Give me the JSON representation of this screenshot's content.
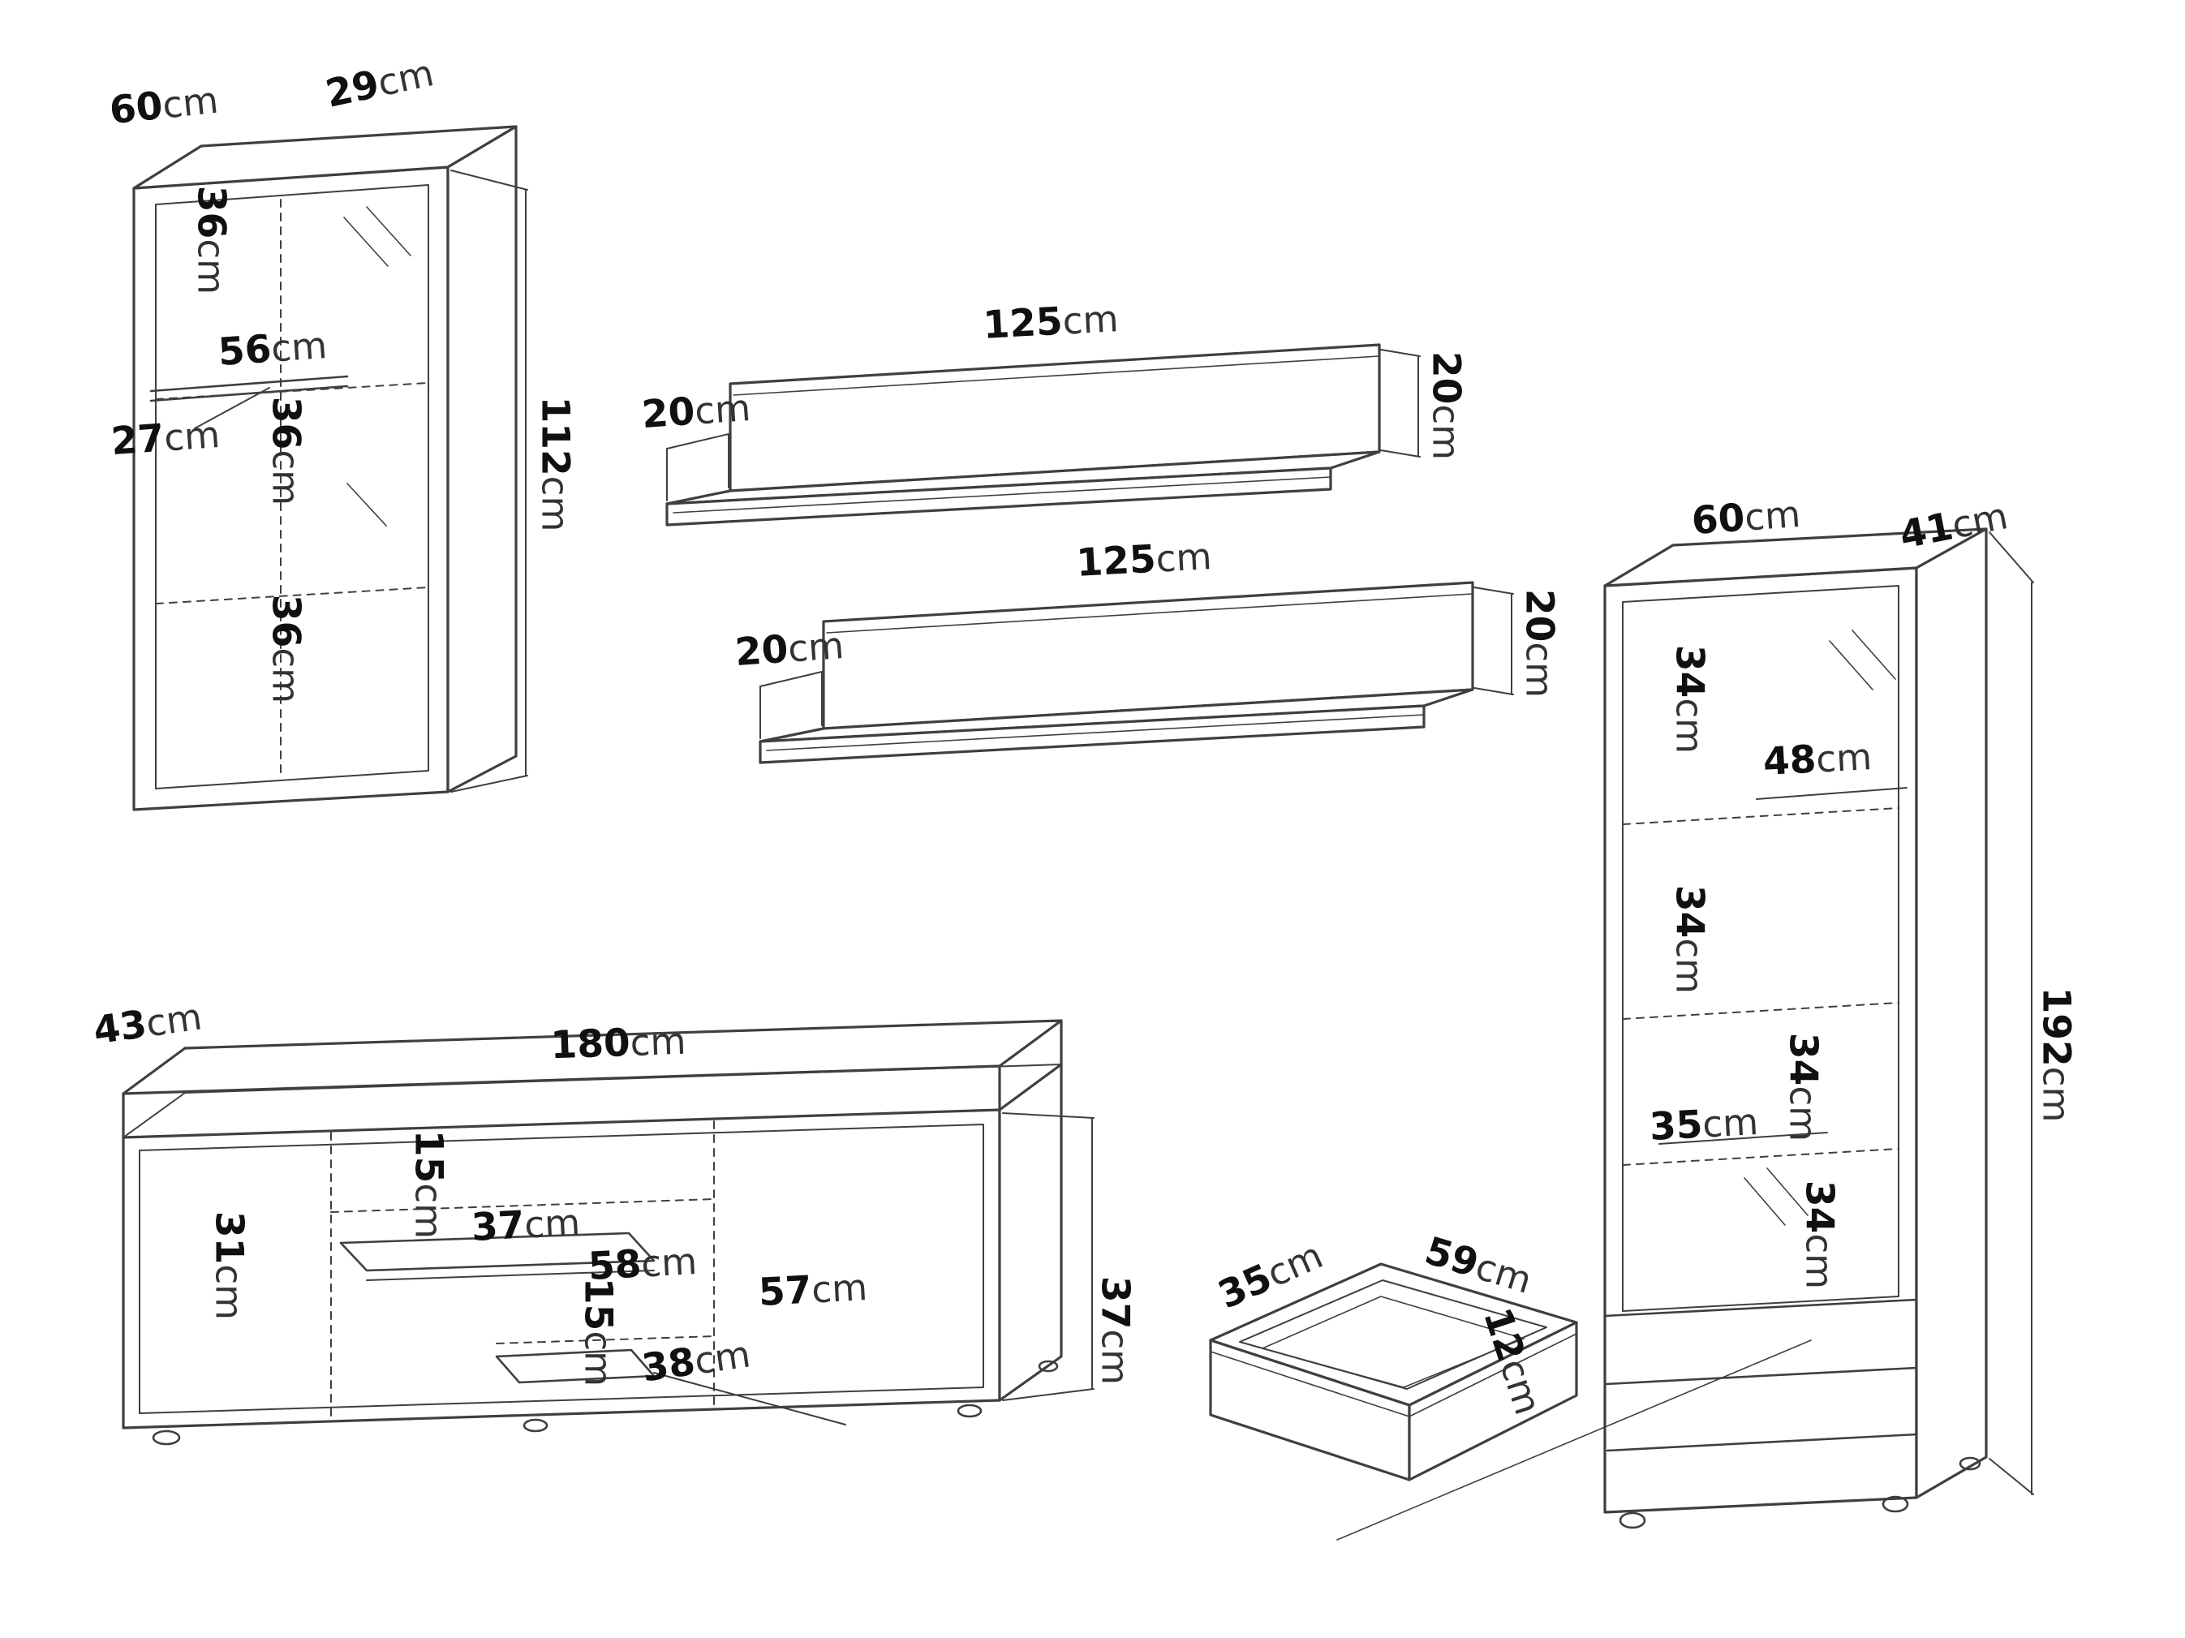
{
  "colors": {
    "line": "#3f3f3f",
    "text": "#141414",
    "background": "#ffffff"
  },
  "unit": "cm",
  "labels": {
    "wc_width": {
      "num": "60",
      "unit": "cm"
    },
    "wc_depth": {
      "num": "29",
      "unit": "cm"
    },
    "wc_sec1_h": {
      "num": "36",
      "unit": "cm"
    },
    "wc_shelf_w": {
      "num": "56",
      "unit": "cm"
    },
    "wc_shelf_d": {
      "num": "27",
      "unit": "cm"
    },
    "wc_sec2_h": {
      "num": "36",
      "unit": "cm"
    },
    "wc_sec3_h": {
      "num": "36",
      "unit": "cm"
    },
    "wc_height": {
      "num": "112",
      "unit": "cm"
    },
    "shelf_a_len": {
      "num": "125",
      "unit": "cm"
    },
    "shelf_a_depth": {
      "num": "20",
      "unit": "cm"
    },
    "shelf_a_height": {
      "num": "20",
      "unit": "cm"
    },
    "shelf_b_len": {
      "num": "125",
      "unit": "cm"
    },
    "shelf_b_depth": {
      "num": "20",
      "unit": "cm"
    },
    "shelf_b_height": {
      "num": "20",
      "unit": "cm"
    },
    "tc_width": {
      "num": "60",
      "unit": "cm"
    },
    "tc_depth": {
      "num": "41",
      "unit": "cm"
    },
    "tc_sec1_h": {
      "num": "34",
      "unit": "cm"
    },
    "tc_shelf_w": {
      "num": "48",
      "unit": "cm"
    },
    "tc_sec2_h": {
      "num": "34",
      "unit": "cm"
    },
    "tc_sec3_h": {
      "num": "34",
      "unit": "cm"
    },
    "tc_shelf_d": {
      "num": "35",
      "unit": "cm"
    },
    "tc_sec4_h": {
      "num": "34",
      "unit": "cm"
    },
    "tc_height": {
      "num": "192",
      "unit": "cm"
    },
    "tv_depth": {
      "num": "43",
      "unit": "cm"
    },
    "tv_width": {
      "num": "180",
      "unit": "cm"
    },
    "tv_door_w": {
      "num": "31",
      "unit": "cm"
    },
    "tv_gap1_h": {
      "num": "15",
      "unit": "cm"
    },
    "tv_shelf1_w": {
      "num": "37",
      "unit": "cm"
    },
    "tv_mid_w": {
      "num": "58",
      "unit": "cm"
    },
    "tv_right_w": {
      "num": "57",
      "unit": "cm"
    },
    "tv_gap2_h": {
      "num": "15",
      "unit": "cm"
    },
    "tv_shelf2_w": {
      "num": "38",
      "unit": "cm"
    },
    "tv_height": {
      "num": "37",
      "unit": "cm"
    },
    "drawer_depth": {
      "num": "35",
      "unit": "cm"
    },
    "drawer_width": {
      "num": "59",
      "unit": "cm"
    },
    "drawer_height": {
      "num": "12",
      "unit": "cm"
    }
  }
}
